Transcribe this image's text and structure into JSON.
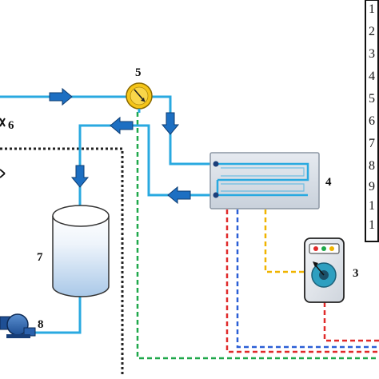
{
  "labels": {
    "n3": "3",
    "n4": "4",
    "n5": "5",
    "n6": "6",
    "n7": "7",
    "n8": "8"
  },
  "legend": {
    "items": [
      "1",
      "2",
      "3",
      "4",
      "5",
      "6",
      "7",
      "8",
      "9",
      "1",
      "1"
    ]
  },
  "colors": {
    "pipe": "#29a9e0",
    "arrow": "#1d6fc2",
    "wire_green": "#1fa84a",
    "wire_red": "#e02a2a",
    "wire_blue": "#2a5fd6",
    "wire_yellow": "#f0b400",
    "gauge": "#f5c518",
    "tank_water": "#b9d4ee"
  },
  "icons": {
    "gauge": "pressure-gauge-icon",
    "pump": "pump-icon",
    "controller": "controller-icon",
    "exchanger": "heat-exchanger-icon",
    "tank": "tank-icon",
    "valve": "valve-icon"
  }
}
